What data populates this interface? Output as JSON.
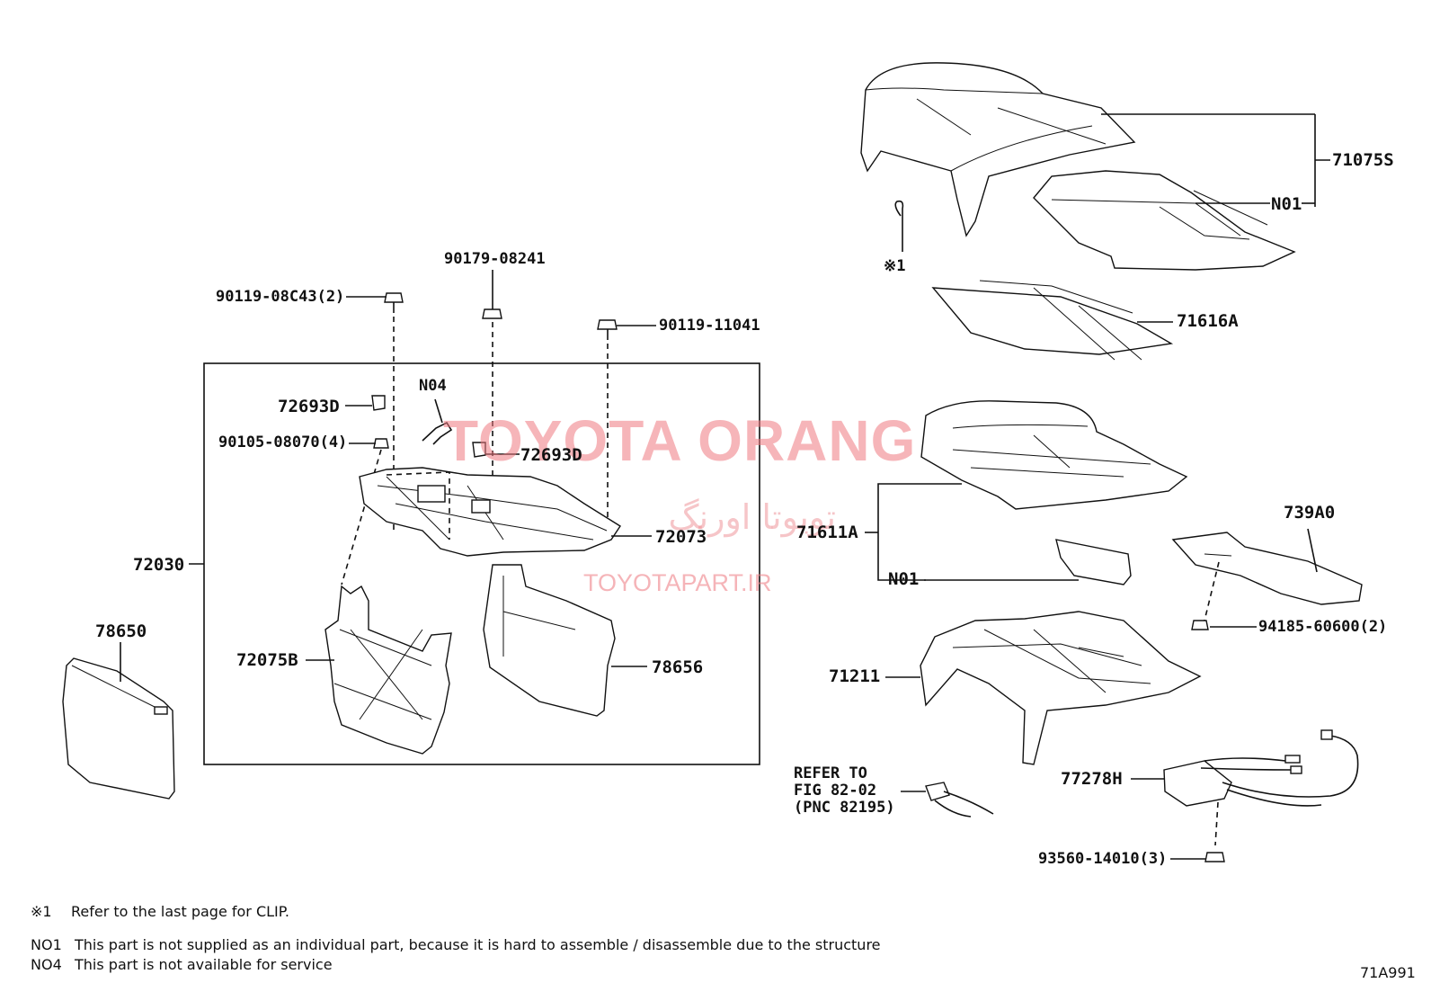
{
  "parts": {
    "p71075S": "71075S",
    "p71616A": "71616A",
    "p71611A": "71611A",
    "p739A0": "739A0",
    "p94185": "94185-60600(2)",
    "p71211": "71211",
    "p77278H": "77278H",
    "p93560": "93560-14010(3)",
    "p90119_08C43": "90119-08C43(2)",
    "p90179": "90179-08241",
    "p90119_11041": "90119-11041",
    "p72693D_a": "72693D",
    "p72693D_b": "72693D",
    "p90105": "90105-08070(4)",
    "p72073": "72073",
    "p72030": "72030",
    "p72075B": "72075B",
    "p78656": "78656",
    "p78650": "78650",
    "n01_top": "N01",
    "n01_mid": "N01",
    "n04": "N04",
    "clip_ref": "※1"
  },
  "refer": {
    "line1": "REFER TO",
    "line2": "FIG 82-02",
    "line3": "(PNC 82195)"
  },
  "notes": {
    "mark1": "※1",
    "text1": "Refer to the last page for CLIP.",
    "mark2": "NO1",
    "text2": "This part is not supplied as an individual part, because it is hard to assemble / disassemble due to the structure",
    "mark3": "NO4",
    "text3": "This part is not available for service"
  },
  "figure_code": "71A991",
  "watermark": {
    "brand": "TOYOTA ORANG",
    "persian": "تویوتا اورنگ",
    "site": "TOYOTAPART.IR"
  }
}
